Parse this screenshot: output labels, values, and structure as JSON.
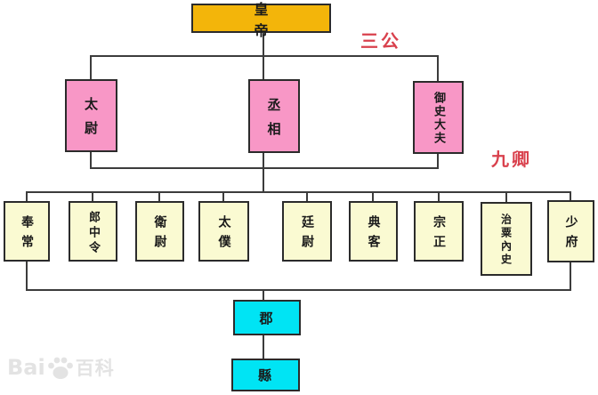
{
  "diagram": {
    "emperor": {
      "label": "皇帝"
    },
    "tier_labels": {
      "sangong": "三公",
      "jiuqing": "九卿"
    },
    "sangong": [
      {
        "label": "太尉"
      },
      {
        "label": "丞相"
      },
      {
        "label": "御史大夫"
      }
    ],
    "jiuqing": [
      {
        "label": "奉常"
      },
      {
        "label": "郎中令"
      },
      {
        "label": "衛尉"
      },
      {
        "label": "太僕"
      },
      {
        "label": "廷尉"
      },
      {
        "label": "典客"
      },
      {
        "label": "宗正"
      },
      {
        "label": "治粟內史"
      },
      {
        "label": "少府"
      }
    ],
    "local": [
      {
        "label": "郡"
      },
      {
        "label": "縣"
      }
    ]
  },
  "colors": {
    "emperor_bg": "#F3B50A",
    "sangong_bg": "#F897C6",
    "jiuqing_bg": "#FAFAD2",
    "local_bg": "#00E4F4",
    "tier_label": "#D9414D",
    "line": "#3C3C3C"
  },
  "watermark": {
    "prefix": "Bai",
    "suffix": "百科",
    "icon": "baidu-paw"
  }
}
